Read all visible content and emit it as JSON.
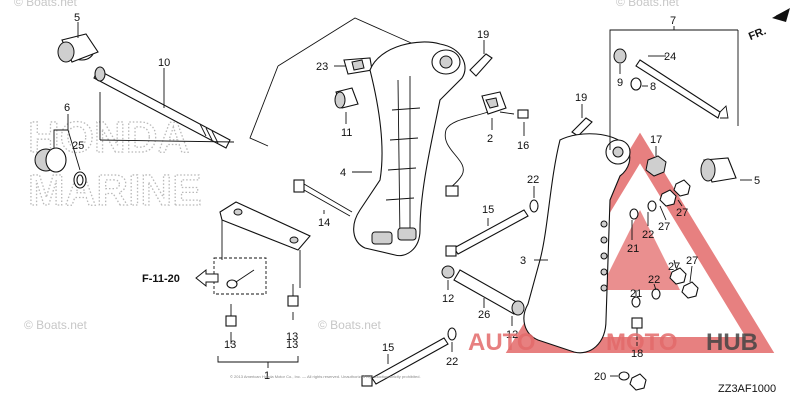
{
  "watermarks": {
    "boats_net": "© Boats.net",
    "honda": "HONDA",
    "marine": "MARINE",
    "autohub_left": "AUTO",
    "autohub_mid": "MOTO",
    "autohub_right": "HUB"
  },
  "direction_indicator": "FR.",
  "ref_label": "F-11-20",
  "diagram_code": "ZZ3AF1000",
  "copyright": "© 2013 American Honda Motor Co., Inc. — All rights reserved. Unauthorized reproduction strictly prohibited.",
  "colors": {
    "line": "#111111",
    "watermark_red": "#e36a6a"
  },
  "callouts": {
    "c5a": "5",
    "c10": "10",
    "c6": "6",
    "c25": "25",
    "c23": "23",
    "c19a": "19",
    "c11": "11",
    "c4": "4",
    "c2": "2",
    "c16": "16",
    "c19b": "19",
    "c14": "14",
    "c22a": "22",
    "c15a": "15",
    "c3": "3",
    "c12a": "12",
    "c26": "26",
    "c12b": "12",
    "c13a": "13",
    "c13b": "13",
    "c13c": "13",
    "c1": "1",
    "c15b": "15",
    "c22b": "22",
    "c7": "7",
    "c24": "24",
    "c9": "9",
    "c8": "8",
    "c17": "17",
    "c5b": "5",
    "c22c": "22",
    "c27a": "27",
    "c21a": "21",
    "c27b": "27",
    "c22d": "22",
    "c27c": "27",
    "c27d": "27",
    "c21b": "21",
    "c18": "18",
    "c20": "20"
  }
}
